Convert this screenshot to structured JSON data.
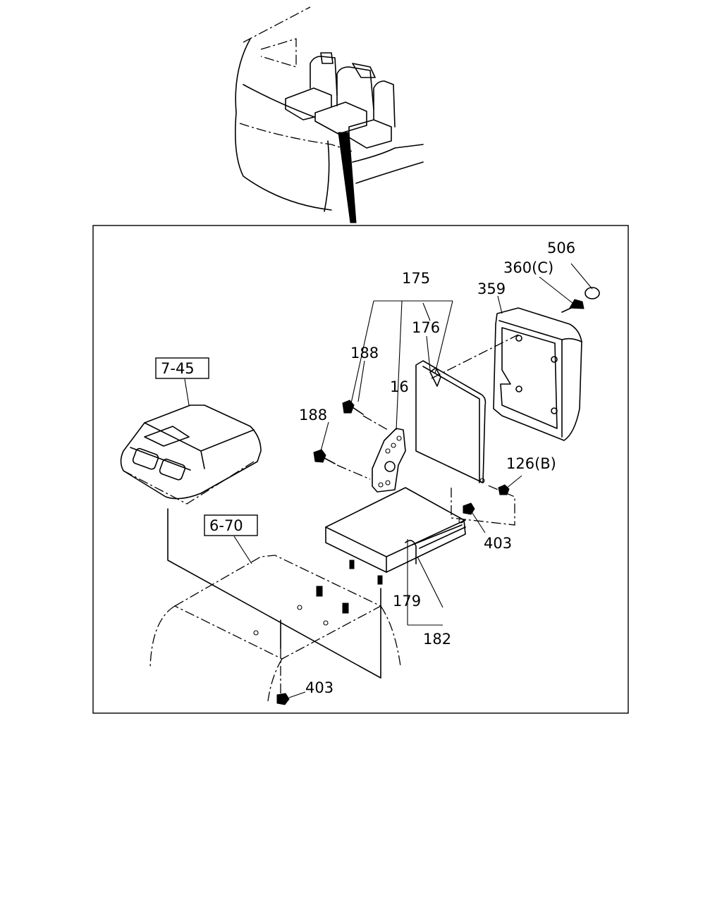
{
  "diagram": {
    "callouts": {
      "c506": "506",
      "c360c": "360(C)",
      "c359": "359",
      "c175": "175",
      "c176": "176",
      "c188a": "188",
      "c16": "16",
      "c188b": "188",
      "c745": "7-45",
      "c126b": "126(B)",
      "c403a": "403",
      "c670": "6-70",
      "c179": "179",
      "c182": "182",
      "c403b": "403"
    }
  }
}
